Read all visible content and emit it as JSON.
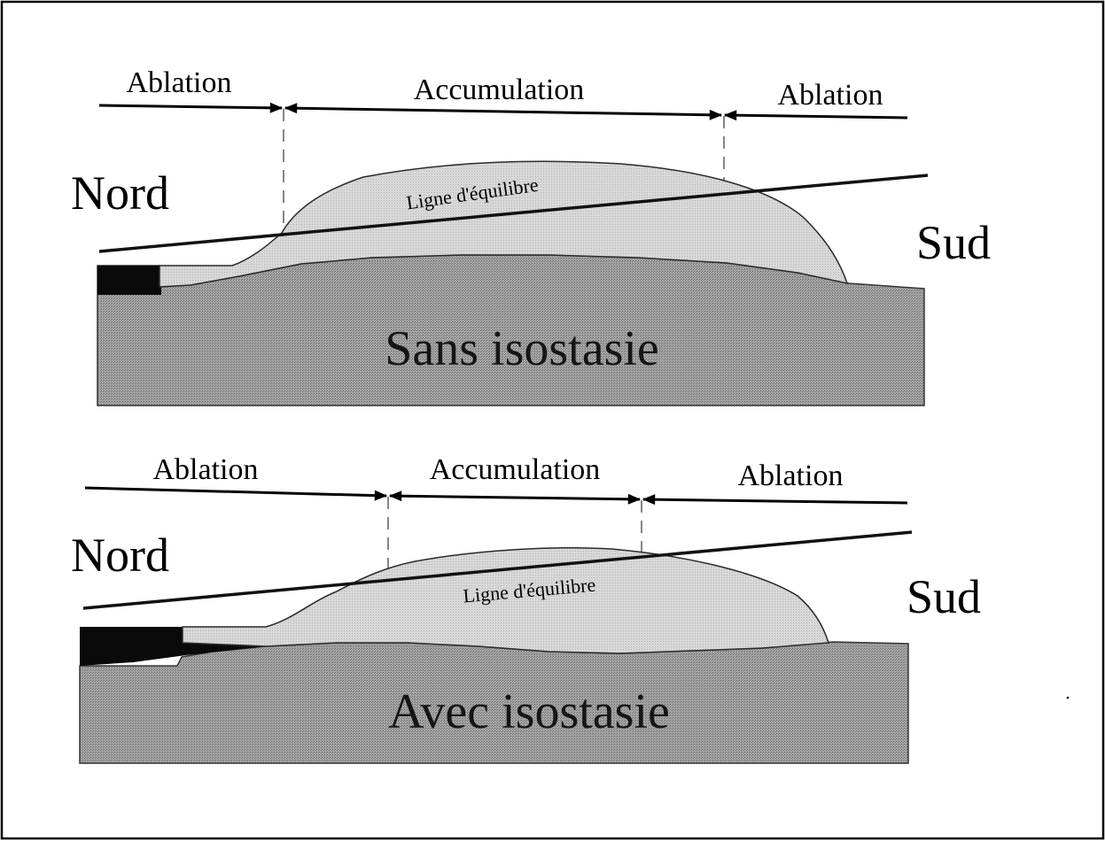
{
  "figure": {
    "colors": {
      "background": "#ffffff",
      "frame": "#000000",
      "bedrock": "#9a9a9a",
      "ice": "#d2d2d2",
      "ice_outline": "#2a2a2a",
      "black_block": "#0a0a0a",
      "ela_line": "#111111",
      "limit_dashes": "#444444"
    },
    "panels": [
      {
        "title": "Sans isostasie",
        "north_label": "Nord",
        "south_label": "Sud",
        "ela_label": "Ligne d'équilibre",
        "zones": {
          "ablation_north": "Ablation",
          "accumulation": "Accumulation",
          "ablation_south": "Ablation"
        }
      },
      {
        "title": "Avec isostasie",
        "north_label": "Nord",
        "south_label": "Sud",
        "ela_label": "Ligne d'équilibre",
        "zones": {
          "ablation_north": "Ablation",
          "accumulation": "Accumulation",
          "ablation_south": "Ablation"
        }
      }
    ]
  }
}
